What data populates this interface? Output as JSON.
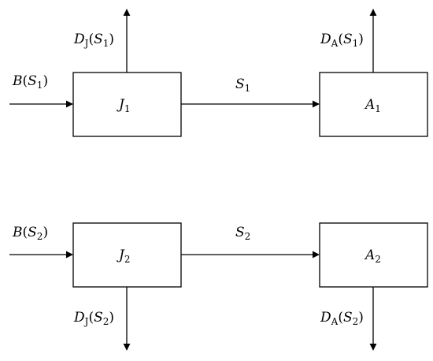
{
  "diagram": {
    "nodes": [
      {
        "id": "j1",
        "name": "J",
        "sub": "1"
      },
      {
        "id": "a1",
        "name": "A",
        "sub": "1"
      },
      {
        "id": "j2",
        "name": "J",
        "sub": "2"
      },
      {
        "id": "a2",
        "name": "A",
        "sub": "2"
      }
    ],
    "edges": [
      {
        "id": "b-s1",
        "to": "j1",
        "label": {
          "name": "B",
          "sub": "",
          "arg_name": "S",
          "arg_sub": "1"
        }
      },
      {
        "id": "s1",
        "from": "j1",
        "to": "a1",
        "label": {
          "name": "S",
          "sub": "1"
        }
      },
      {
        "id": "dj-s1",
        "from": "j1",
        "direction": "up",
        "label": {
          "name": "D",
          "sub": "J",
          "arg_name": "S",
          "arg_sub": "1"
        }
      },
      {
        "id": "da-s1",
        "from": "a1",
        "direction": "up",
        "label": {
          "name": "D",
          "sub": "A",
          "arg_name": "S",
          "arg_sub": "1"
        }
      },
      {
        "id": "b-s2",
        "to": "j2",
        "label": {
          "name": "B",
          "sub": "",
          "arg_name": "S",
          "arg_sub": "2"
        }
      },
      {
        "id": "s2",
        "from": "j2",
        "to": "a2",
        "label": {
          "name": "S",
          "sub": "2"
        }
      },
      {
        "id": "dj-s2",
        "from": "j2",
        "direction": "down",
        "label": {
          "name": "D",
          "sub": "J",
          "arg_name": "S",
          "arg_sub": "2"
        }
      },
      {
        "id": "da-s2",
        "from": "a2",
        "direction": "down",
        "label": {
          "name": "D",
          "sub": "A",
          "arg_name": "S",
          "arg_sub": "2"
        }
      }
    ]
  }
}
